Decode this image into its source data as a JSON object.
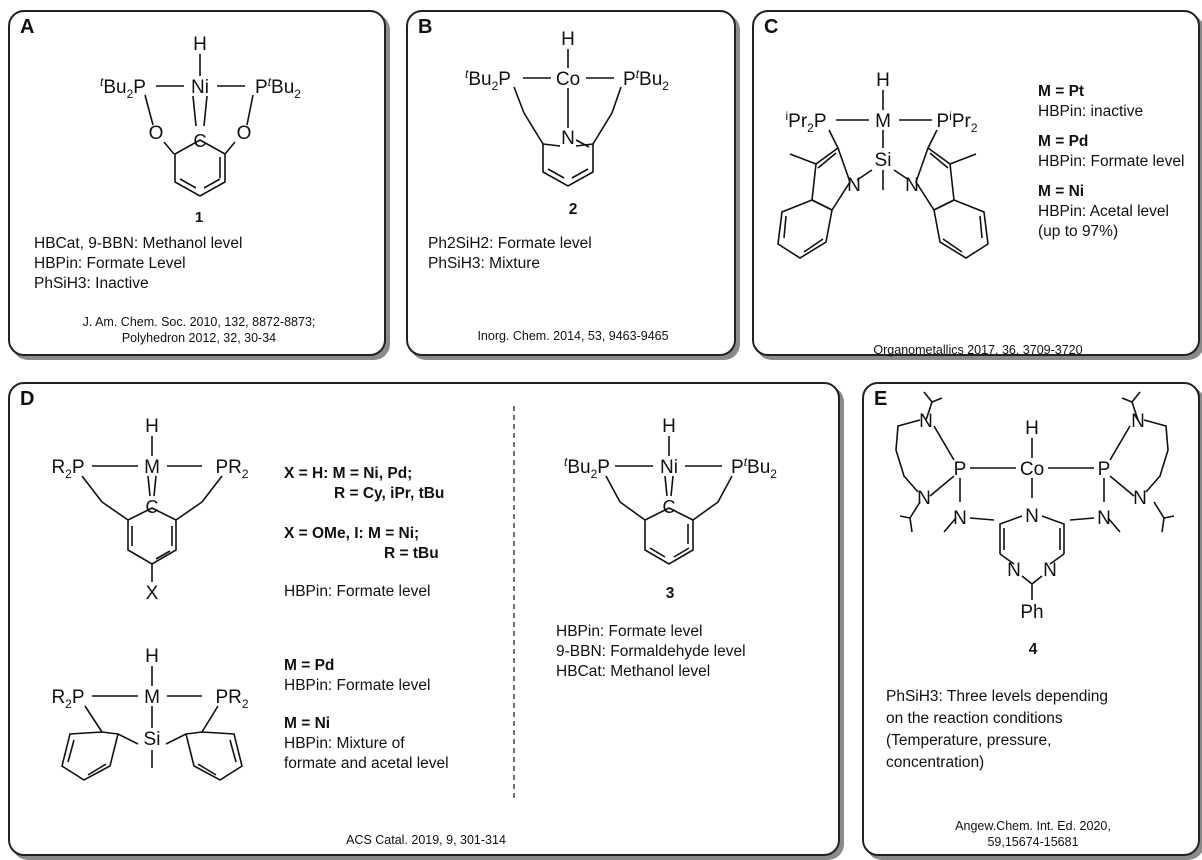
{
  "panels": {
    "A": {
      "letter": "A",
      "compound": "1",
      "notes": [
        "HBCat, 9-BBN: Methanol level",
        "HBPin: Formate Level",
        "PhSiH3: Inactive"
      ],
      "ref_line1": "J. Am. Chem. Soc. 2010, 132, 8872-8873;",
      "ref_line2": "Polyhedron 2012, 32, 30-34"
    },
    "B": {
      "letter": "B",
      "compound": "2",
      "notes": [
        "Ph2SiH2: Formate level",
        "PhSiH3: Mixture"
      ],
      "ref": "Inorg. Chem. 2014, 53, 9463-9465"
    },
    "C": {
      "letter": "C",
      "entries": [
        {
          "cap": "M = Pt",
          "text": "HBPin: inactive"
        },
        {
          "cap": "M = Pd",
          "text": "HBPin: Formate level"
        },
        {
          "cap": "M = Ni",
          "text": "HBPin: Acetal level",
          "extra": "(up to 97%)"
        }
      ],
      "ref": "Organometallics 2017, 36, 3709-3720"
    },
    "D": {
      "letter": "D",
      "top_line1": "X = H: M = Ni, Pd;",
      "top_line2": "R = Cy, iPr, tBu",
      "mid_line1": "X = OMe, I: M = Ni;",
      "mid_line2": "R = tBu",
      "top_note": "HBPin: Formate level",
      "pd_cap": "M = Pd",
      "pd_text": "HBPin: Formate level",
      "ni_cap": "M = Ni",
      "ni_text1": "HBPin: Mixture of",
      "ni_text2": "formate and acetal level",
      "compound": "3",
      "notes3": [
        "HBPin: Formate level",
        "9-BBN: Formaldehyde level",
        "HBCat: Methanol level"
      ],
      "ref": "ACS Catal. 2019, 9, 301-314"
    },
    "E": {
      "letter": "E",
      "compound": "4",
      "notes": [
        "PhSiH3: Three levels depending",
        "on the reaction conditions",
        "(Temperature, pressure,",
        "concentration)"
      ],
      "ref_line1": "Angew.Chem. Int. Ed. 2020,",
      "ref_line2": "59,15674-15681"
    }
  }
}
